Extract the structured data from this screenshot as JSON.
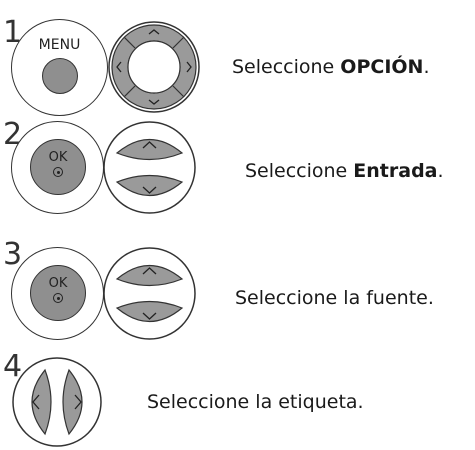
{
  "steps": [
    {
      "number": "1",
      "button_label": "MENU",
      "text_prefix": "Seleccione ",
      "text_bold": "OPCIÓN",
      "text_suffix": "."
    },
    {
      "number": "2",
      "button_label": "OK",
      "text_prefix": "Seleccione ",
      "text_bold": "Entrada",
      "text_suffix": "."
    },
    {
      "number": "3",
      "button_label": "OK",
      "text": "Seleccione la fuente."
    },
    {
      "number": "4",
      "text": "Seleccione la etiqueta."
    }
  ],
  "icons": {
    "menu_button": "menu-button",
    "nav_cross": "four-way-navigation-icon",
    "ok_button": "ok-button",
    "up_down": "up-down-arrow-keys-icon",
    "left_right": "left-right-arrow-keys-icon"
  }
}
